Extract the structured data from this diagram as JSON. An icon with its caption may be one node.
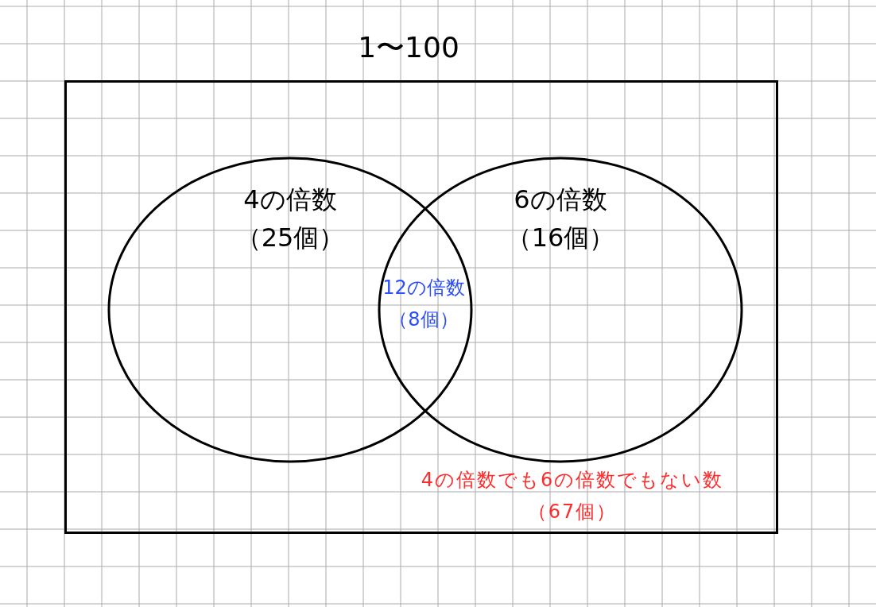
{
  "diagram": {
    "nodes": [
      {
        "text": [
          "1〜100"
        ]
      },
      {
        "text": [
          "4の倍数（25個）"
        ],
        "in": 0
      },
      {
        "text": [
          "6の倍数（16個）"
        ],
        "in": 0
      }
    ],
    "labels": [
      "12の倍数（8個）",
      "4の倍数でも6の倍数でもない数（67個）"
    ]
  }
}
